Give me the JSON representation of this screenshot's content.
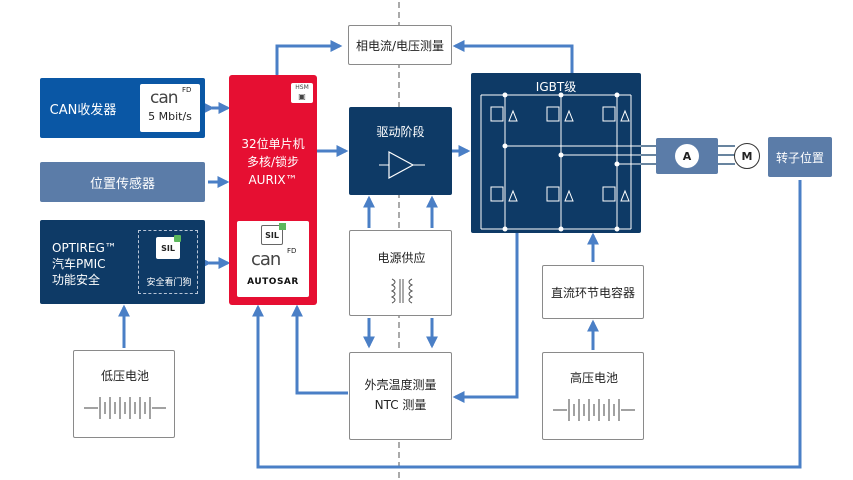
{
  "colors": {
    "arrow": "#4a7fc6",
    "red": "#e60f32",
    "navy": "#0e3a66",
    "blue": "#0a57a5",
    "steel": "#5b7ca8"
  },
  "blocks": {
    "can_transceiver": {
      "label": "CAN收发器",
      "badge_speed": "5 Mbit/s",
      "logo": "can",
      "logo_sup": "FD"
    },
    "position_sensor": {
      "label": "位置传感器"
    },
    "optireg": {
      "line1": "OPTIREG™",
      "line2": "汽车PMIC",
      "line3": "功能安全",
      "badge_label": "安全看门狗",
      "badge_icon": "SIL"
    },
    "mcu": {
      "hsm": "HSM",
      "line1": "32位单片机",
      "line2": "多核/锁步",
      "line3": "AURIX™",
      "sil": "SIL",
      "can": "can",
      "can_sup": "FD",
      "autosar": "AUTOSAR"
    },
    "phase_current": {
      "label": "相电流/电压测量"
    },
    "driver_stage": {
      "label": "驱动阶段"
    },
    "power_supply": {
      "label": "电源供应"
    },
    "housing_temp": {
      "line1": "外壳温度测量",
      "line2": "NTC 测量"
    },
    "igbt": {
      "label": "IGBT级"
    },
    "dc_link_cap": {
      "label": "直流环节电容器"
    },
    "hv_battery": {
      "label": "高压电池"
    },
    "lv_battery": {
      "label": "低压电池"
    },
    "rotor_position": {
      "label": "转子位置"
    },
    "ammeter": {
      "label": "A"
    },
    "motor": {
      "label": "M"
    }
  }
}
